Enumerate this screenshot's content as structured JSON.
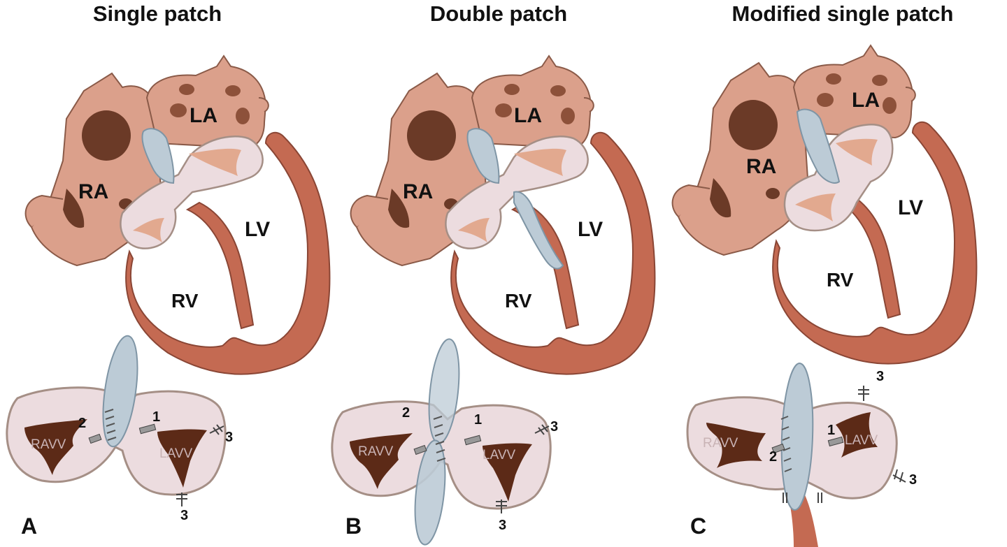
{
  "panels": [
    {
      "title": "Single patch",
      "letter": "A",
      "labels": {
        "la": "LA",
        "ra": "RA",
        "lv": "LV",
        "rv": "RV",
        "ravv": "RAVV",
        "lavv": "LAVV"
      },
      "numbers": {
        "n1": "1",
        "n2": "2",
        "n3a": "3",
        "n3b": "3"
      }
    },
    {
      "title": "Double patch",
      "letter": "B",
      "labels": {
        "la": "LA",
        "ra": "RA",
        "lv": "LV",
        "rv": "RV",
        "ravv": "RAVV",
        "lavv": "LAVV"
      },
      "numbers": {
        "n1": "1",
        "n2": "2",
        "n3a": "3",
        "n3b": "3"
      }
    },
    {
      "title": "Modified single patch",
      "letter": "C",
      "labels": {
        "la": "LA",
        "ra": "RA",
        "lv": "LV",
        "rv": "RV",
        "ravv": "RAVV",
        "lavv": "LAVV"
      },
      "numbers": {
        "n1": "1",
        "n2": "2",
        "n3a": "3",
        "n3b": "3"
      }
    }
  ],
  "colors": {
    "atrium": "#dba08b",
    "atrium_outline": "#8a5a48",
    "dark_vessel": "#6b3a27",
    "spot": "#8d513a",
    "ventricle_wall": "#c46a52",
    "valve_fill": "#ecdcdf",
    "valve_outline": "#a58f86",
    "leaflet": "#e2a98f",
    "patch": "#bccbd6",
    "patch_outline": "#7f95a5",
    "orifice": "#5c2a17"
  }
}
